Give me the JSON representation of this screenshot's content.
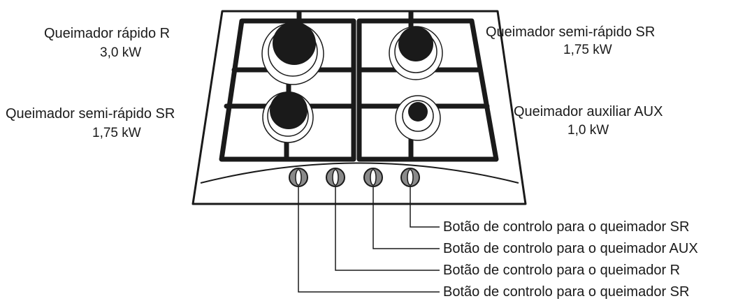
{
  "burners": {
    "top_left": {
      "name": "Queimador rápido  R",
      "power": "3,0 kW"
    },
    "top_right": {
      "name": "Queimador semi-rápido  SR",
      "power": "1,75 kW"
    },
    "bottom_left": {
      "name": "Queimador semi-rápido  SR",
      "power": "1,75 kW"
    },
    "bottom_right": {
      "name": "Queimador auxiliar AUX",
      "power": "1,0 kW"
    }
  },
  "controls": [
    {
      "label": "Botão de controlo para o queimador SR"
    },
    {
      "label": "Botão de controlo para o queimador AUX"
    },
    {
      "label": "Botão de controlo para o queimador  R"
    },
    {
      "label": "Botão de controlo para o queimador SR"
    }
  ],
  "colors": {
    "line": "#1a1a1a",
    "burner": "#1a1a1a",
    "knob": "#8a8a8a"
  }
}
